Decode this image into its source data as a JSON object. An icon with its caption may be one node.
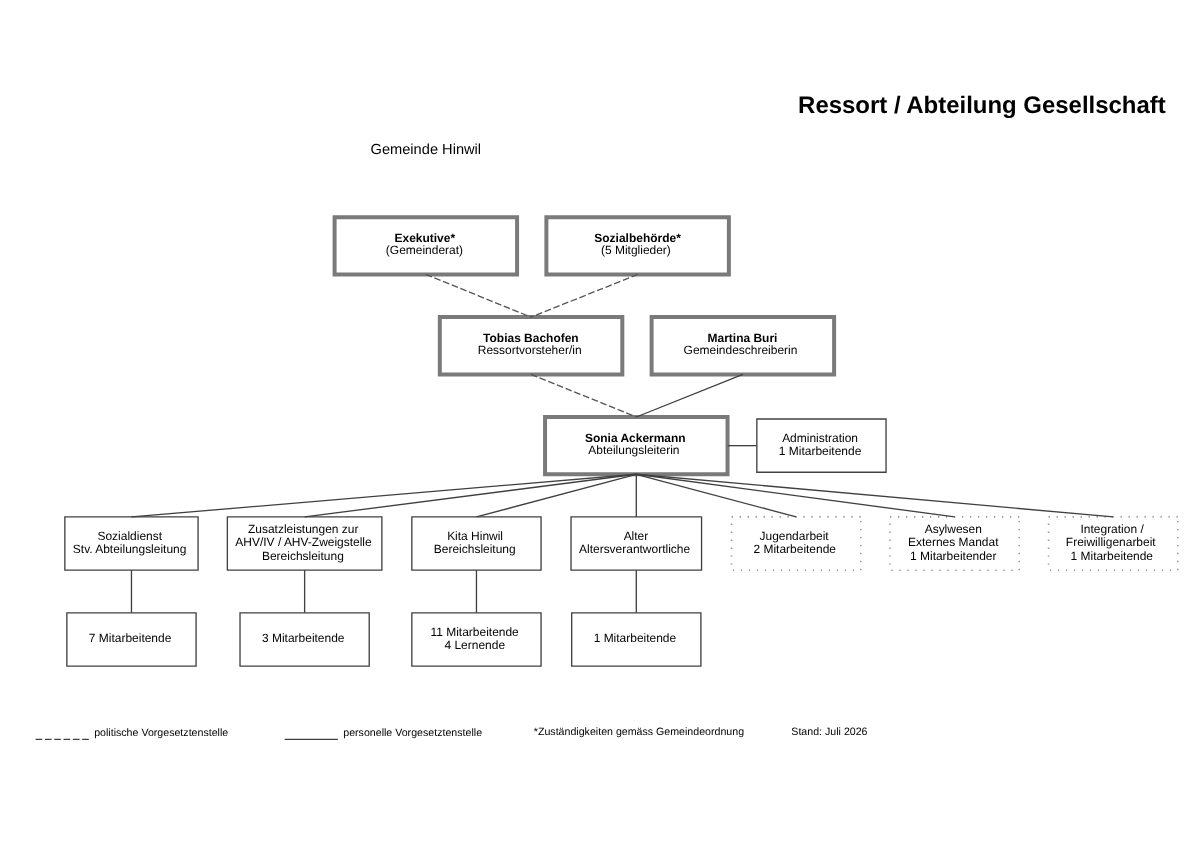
{
  "diagram": {
    "title": "Ressort / Abteilung Gesellschaft",
    "nodes": [
      {
        "text": [
          "Exekutive*",
          "(Gemeinderat)"
        ]
      },
      {
        "text": [
          "Sozialbehörde*",
          "(5 Mitglieder)"
        ]
      },
      {
        "text": [
          "Tobias Bachofen",
          "Ressortvorsteher/in"
        ]
      },
      {
        "text": [
          "Martina Buri",
          "Gemeindeschreiberin"
        ]
      },
      {
        "text": [
          "Sonia Ackermann",
          "Abteilungsleiterin"
        ]
      },
      {
        "text": [
          "Administration",
          "1 Mitarbeitende"
        ]
      },
      {
        "text": [
          "Sozialdienst",
          "Stv. Abteilungsleitung"
        ]
      },
      {
        "text": [
          "Zusatzleistungen zur AHV/IV / AHV-Zweigstelle",
          "Bereichsleitung"
        ]
      },
      {
        "text": [
          "Kita Hinwil",
          "Bereichsleitung"
        ]
      },
      {
        "text": [
          "Alter",
          "Altersverantwortliche"
        ]
      },
      {
        "text": [
          "Jugendarbeit",
          "2 Mitarbeitende"
        ]
      },
      {
        "text": [
          "Asylwesen",
          "Externes Mandat",
          "1 Mitarbeitender"
        ]
      },
      {
        "text": [
          "Integration / Freiwilligenarbeit",
          "1 Mitarbeitende"
        ]
      },
      {
        "text": [
          "7 Mitarbeitende"
        ]
      },
      {
        "text": [
          "3 Mitarbeitende"
        ]
      },
      {
        "text": [
          "11 Mitarbeitende",
          "4 Lernende"
        ]
      },
      {
        "text": [
          "1 Mitarbeitende"
        ]
      }
    ],
    "edges": [
      {
        "from": 0,
        "to": 2,
        "arrow": "none",
        "style": "dashed"
      },
      {
        "from": 1,
        "to": 2,
        "arrow": "none",
        "style": "dashed"
      },
      {
        "from": 2,
        "to": 4,
        "arrow": "none",
        "style": "dashed"
      },
      {
        "from": 3,
        "to": 4,
        "arrow": "none"
      },
      {
        "from": 4,
        "to": 5,
        "arrow": "none"
      },
      {
        "from": 4,
        "to": 6,
        "arrow": "none"
      },
      {
        "from": 4,
        "to": 7,
        "arrow": "none"
      },
      {
        "from": 4,
        "to": 8,
        "arrow": "none"
      },
      {
        "from": 4,
        "to": 9,
        "arrow": "none"
      },
      {
        "from": 4,
        "to": 10,
        "arrow": "none"
      },
      {
        "from": 4,
        "to": 11,
        "arrow": "none"
      },
      {
        "from": 4,
        "to": 12,
        "arrow": "none"
      },
      {
        "from": 6,
        "to": 13,
        "arrow": "none"
      },
      {
        "from": 7,
        "to": 14,
        "arrow": "none"
      },
      {
        "from": 8,
        "to": 15,
        "arrow": "none"
      },
      {
        "from": 9,
        "to": 16,
        "arrow": "none"
      }
    ],
    "labels": [
      "Gemeinde Hinwil",
      "*Zuständigkeiten gemäss Gemeindeordnung",
      "Stand: Juli 2026"
    ],
    "legend": [
      {
        "text": "politische Vorgesetztenstelle"
      },
      {
        "text": "personelle Vorgesetztenstelle"
      }
    ]
  }
}
